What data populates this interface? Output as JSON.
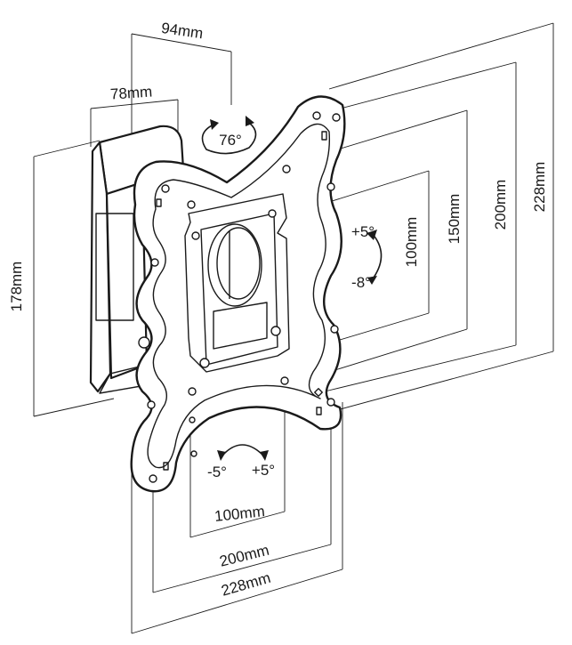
{
  "dimensions": {
    "arm_depth_max": "94mm",
    "arm_depth_min": "78mm",
    "swivel_angle": "76°",
    "tilt_up": "+5°",
    "tilt_down": "-8°",
    "rotate_left": "-5°",
    "rotate_right": "+5°",
    "wall_plate_height": "178mm",
    "vesa_v_100": "100mm",
    "vesa_v_150": "150mm",
    "vesa_v_200": "200mm",
    "vesa_v_228": "228mm",
    "vesa_h_100": "100mm",
    "vesa_h_200": "200mm",
    "vesa_h_228": "228mm"
  }
}
